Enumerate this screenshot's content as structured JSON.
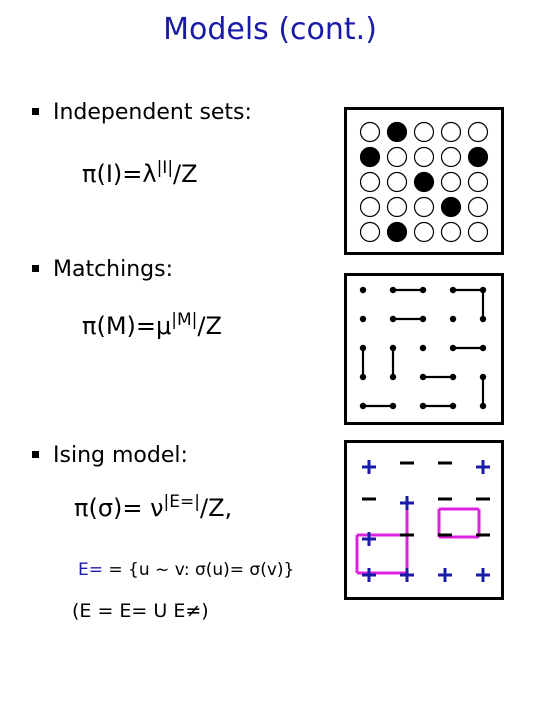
{
  "slide": {
    "title": "Models (cont.)",
    "independent_sets": {
      "label": "Independent sets:",
      "formula_main": "π(I)=λ",
      "formula_sup": "|I|",
      "formula_tail": "/Z"
    },
    "matchings": {
      "label": "Matchings:",
      "formula_main": "π(M)=μ",
      "formula_sup": "|M|",
      "formula_tail": "/Z"
    },
    "ising": {
      "label": "Ising model:",
      "formula_main": "π(σ)= ν",
      "formula_sup": "|E=|",
      "formula_tail": "/Z,",
      "def_lhs": "E=",
      "def_rhs": "= {u ~ v: σ(u)= σ(v)}",
      "partition": "(E = E=   U   E≠)"
    }
  },
  "grid_independent": {
    "rows": [
      [
        0,
        1,
        0,
        0,
        0
      ],
      [
        1,
        0,
        0,
        0,
        1
      ],
      [
        0,
        0,
        1,
        0,
        0
      ],
      [
        0,
        0,
        0,
        1,
        0
      ],
      [
        0,
        1,
        0,
        0,
        0
      ]
    ]
  },
  "ising_grid": {
    "spins": [
      [
        "+",
        "-",
        "-",
        "+"
      ],
      [
        "-",
        "+",
        "-",
        "-"
      ],
      [
        "+",
        "-",
        "-",
        "-"
      ],
      [
        "+",
        "+",
        "+",
        "+"
      ]
    ],
    "plus_color": "#1a1aa8",
    "boundary_color": "#e020e0"
  },
  "colors": {
    "title": "#1a1aa8",
    "accent": "#1a1aa8",
    "magenta": "#e020e0"
  }
}
